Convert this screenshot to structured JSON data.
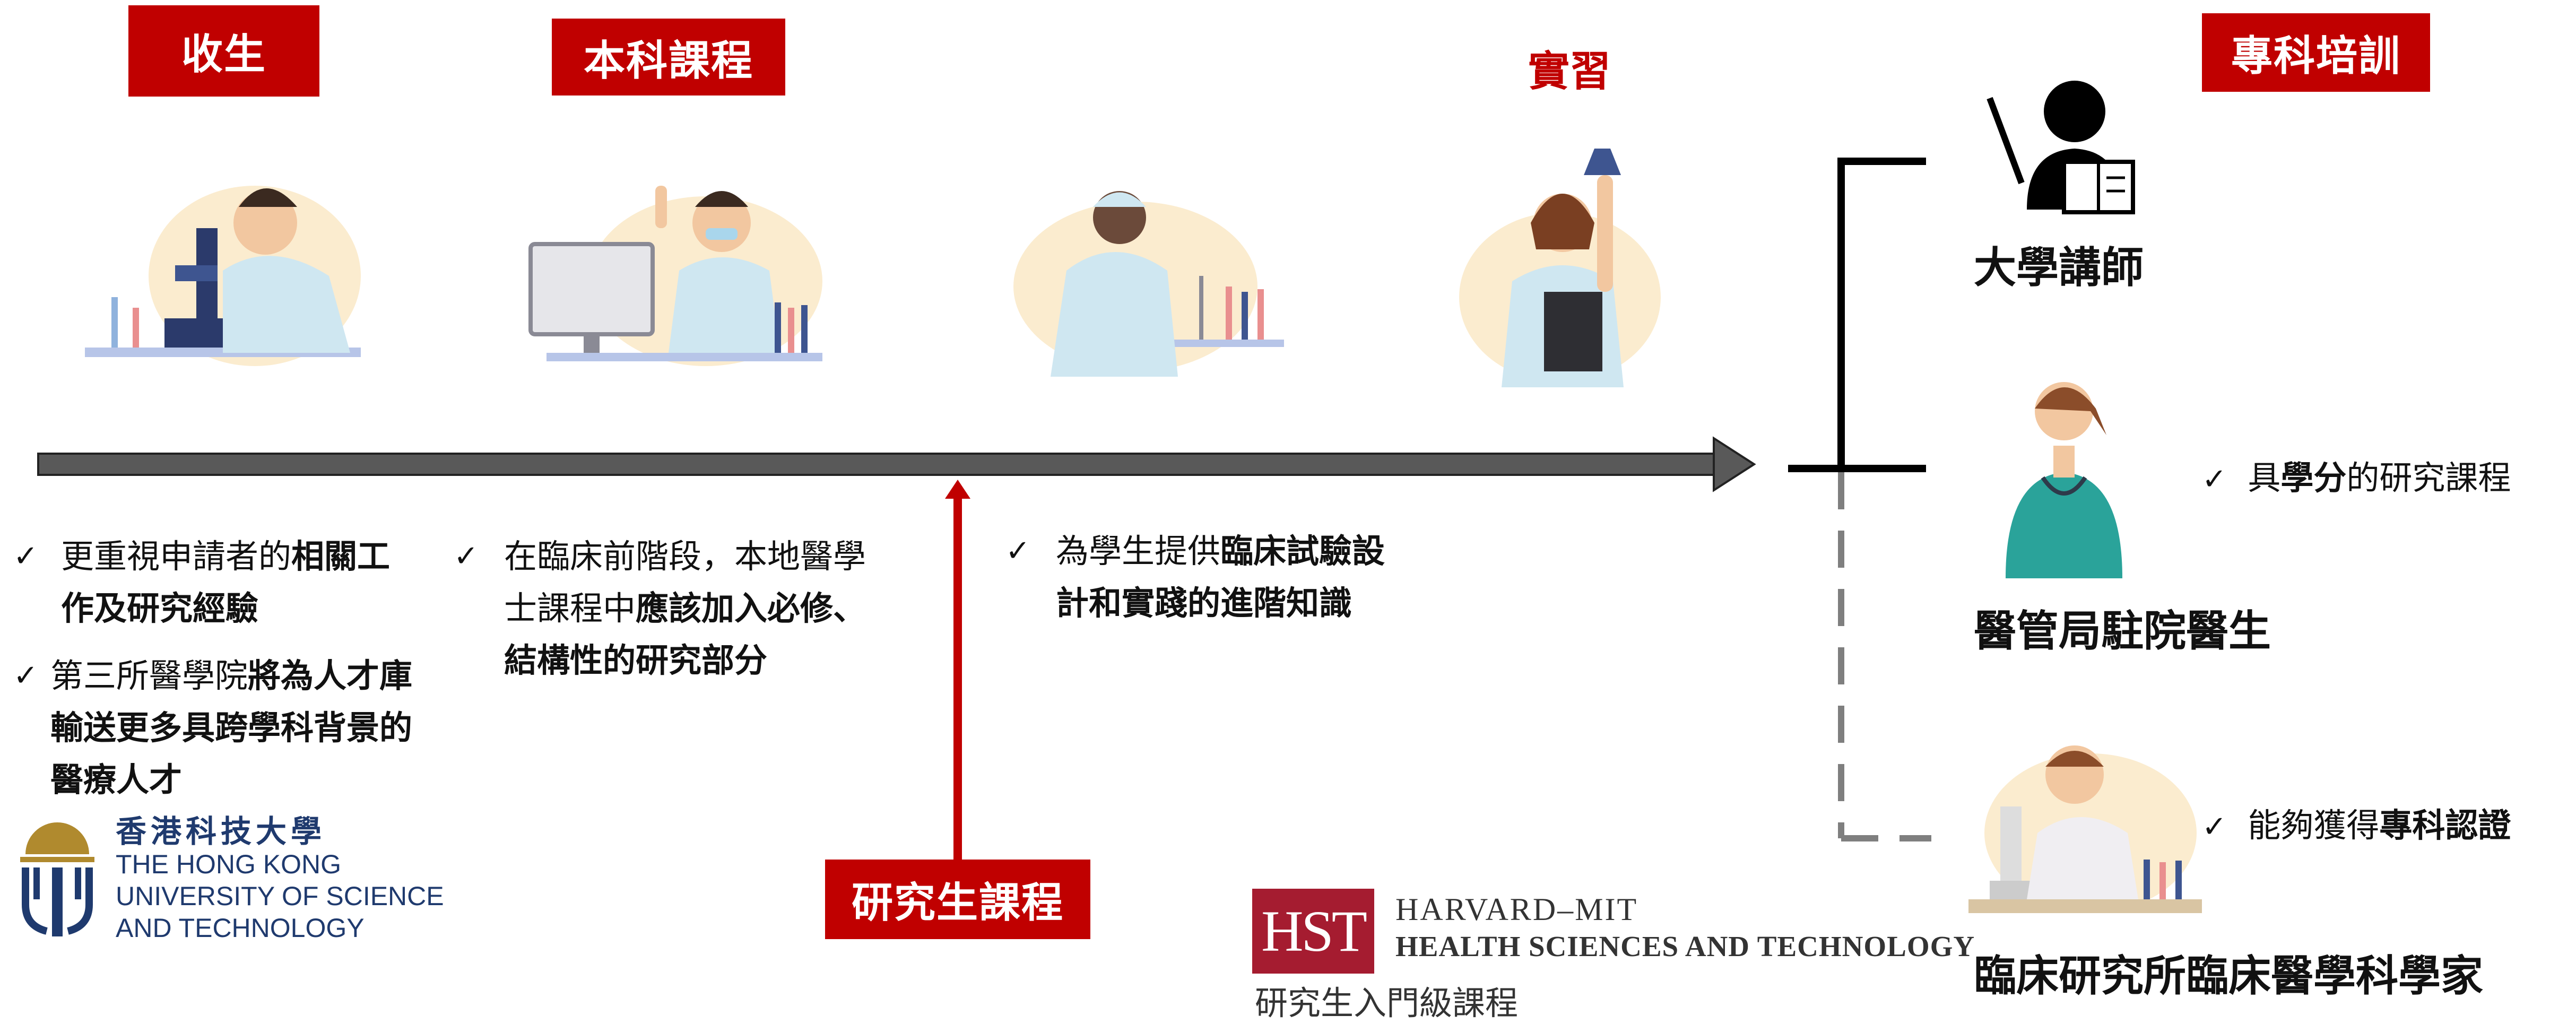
{
  "stages": {
    "admission": "收生",
    "undergrad": "本科課程",
    "internship": "實習",
    "specialist": "專科培訓",
    "postgrad": "研究生課程"
  },
  "bullets": {
    "admission_1_pre": "更重視申請者的",
    "admission_1_bold": "相關工作及研究經驗",
    "admission_2_pre": "第三所醫學院",
    "admission_2_bold": "將為人才庫輸送更多具跨學科背景的醫療人才",
    "undergrad_pre": "在臨床前階段，本地醫學士課程中",
    "undergrad_bold": "應該加入必修、結構性的研究部分",
    "postgrad_pre": "為學生提供",
    "postgrad_bold": "臨床試驗設計和實踐的進階知識"
  },
  "roles": {
    "lecturer": "大學講師",
    "resident": "醫管局駐院醫生",
    "scientist": "臨床研究所臨床醫學科學家"
  },
  "notes": {
    "resident_pre": "具",
    "resident_bold": "學分",
    "resident_post": "的研究課程",
    "scientist_pre": "能夠獲得",
    "scientist_bold": "專科認證"
  },
  "logos": {
    "hkust_cn": "香港科技大學",
    "hkust_en_1": "THE HONG KONG",
    "hkust_en_2": "UNIVERSITY OF SCIENCE",
    "hkust_en_3": "AND TECHNOLOGY",
    "hst_mark": "HST",
    "hst_line1": "HARVARD–MIT",
    "hst_line2": "HEALTH SCIENCES AND TECHNOLOGY",
    "hst_caption": "研究生入門級課程"
  },
  "colors": {
    "accent_red": "#c00000",
    "arrow_gray": "#595959",
    "hkust_blue": "#1f3a6e",
    "hkust_gold": "#b08a2e",
    "hst_red": "#a51c30"
  },
  "tick": "✓"
}
